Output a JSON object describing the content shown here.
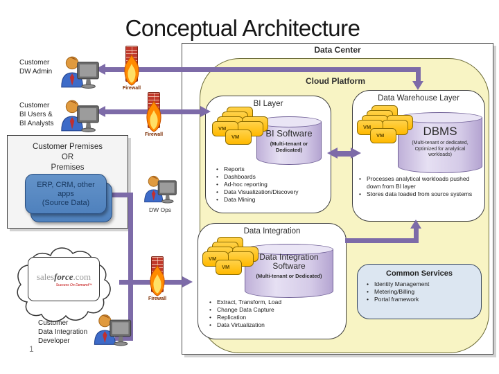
{
  "slide": {
    "title": "Conceptual Architecture",
    "page_number": "1"
  },
  "labels": {
    "vm": "VM",
    "firewall": "Firewall"
  },
  "actors": {
    "dw_admin": "Customer\nDW Admin",
    "bi_users": "Customer\nBI Users &\nBI Analysts",
    "dw_ops": "DW Ops",
    "di_developer": "Customer\nData Integration\nDeveloper"
  },
  "premises": {
    "title": "Customer Premises\nOR\nPremises",
    "source_box": "ERP, CRM, other\napps\n(Source Data)"
  },
  "salesforce": {
    "part1": "sales",
    "part2": "force",
    "part3": ".com",
    "tagline": "Success On Demand™"
  },
  "data_center": {
    "title": "Data Center",
    "cloud_platform": "Cloud Platform"
  },
  "bi_layer": {
    "title": "BI Layer",
    "software": "BI Software",
    "software_sub": "(Multi-tenant or\nDedicated)",
    "bullets": [
      "Reports",
      "Dashboards",
      "Ad-hoc reporting",
      "Data Visualization/Discovery",
      "Data Mining"
    ]
  },
  "dw_layer": {
    "title": "Data Warehouse Layer",
    "software": "DBMS",
    "software_sub": "(Multi-tenant or dedicated,\nOptimized for analytical\nworkloads)",
    "bullets": [
      "Processes analytical workloads pushed down from BI layer",
      "Stores data loaded from source systems"
    ]
  },
  "data_integration": {
    "title": "Data Integration",
    "software": "Data Integration\nSoftware",
    "software_sub": "(Multi-tenant or Dedicated)",
    "bullets": [
      "Extract, Transform, Load",
      "Change Data Capture",
      "Replication",
      "Data Virtualization"
    ]
  },
  "common_services": {
    "title": "Common Services",
    "bullets": [
      "Identity Management",
      "Metering/Billing",
      "Portal framework"
    ]
  },
  "colors": {
    "arrow_purple": "#7D6BA8",
    "vm_gold": "#FFC10A",
    "platform_yellow": "#F8F4C4",
    "cylinder_purple": "#D4CAE7",
    "erp_blue": "#4F81BD",
    "common_services_blue": "#DCE6F1",
    "flame_orange": "#FF8A00",
    "brick_red": "#C0392B"
  }
}
